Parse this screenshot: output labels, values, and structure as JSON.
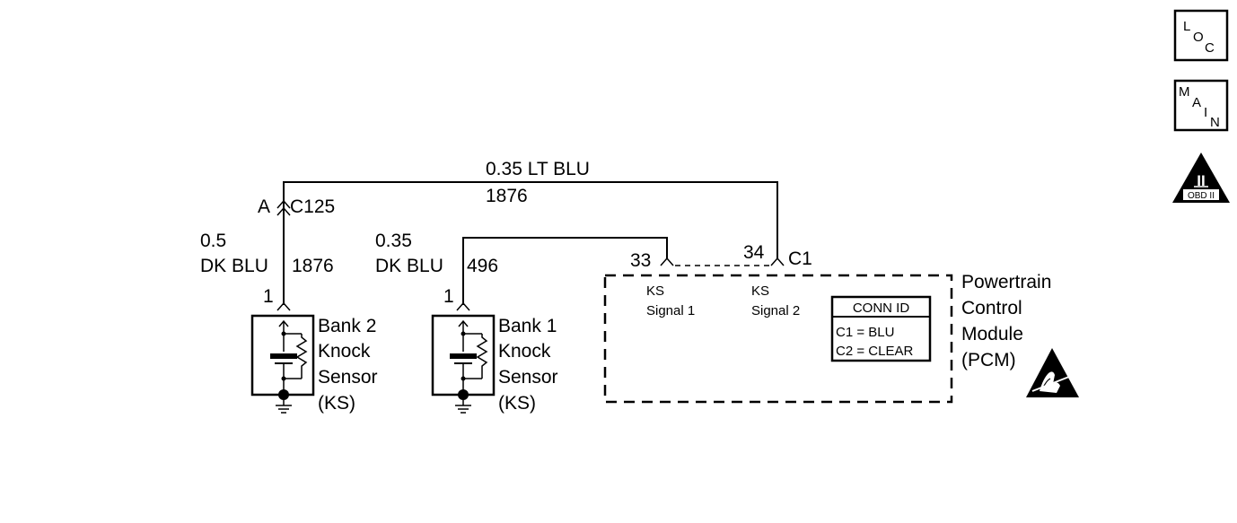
{
  "wires": {
    "top": {
      "gauge_color": "0.35 LT BLU",
      "circuit": "1876"
    },
    "bank2": {
      "gauge": "0.5",
      "color": "DK BLU",
      "circuit": "1876"
    },
    "bank1": {
      "gauge": "0.35",
      "color": "DK BLU",
      "circuit": "496"
    }
  },
  "connectors": {
    "c125": {
      "pin": "A",
      "name": "C125"
    },
    "c1": {
      "name": "C1",
      "pin_ks1": "33",
      "pin_ks2": "34"
    }
  },
  "sensors": {
    "bank2": {
      "pin": "1",
      "lines": [
        "Bank 2",
        "Knock",
        "Sensor",
        "(KS)"
      ]
    },
    "bank1": {
      "pin": "1",
      "lines": [
        "Bank 1",
        "Knock",
        "Sensor",
        "(KS)"
      ]
    }
  },
  "pcm": {
    "lines": [
      "Powertrain",
      "Control",
      "Module",
      "(PCM)"
    ],
    "signals": [
      {
        "line1": "KS",
        "line2": "Signal 1"
      },
      {
        "line1": "KS",
        "line2": "Signal 2"
      }
    ],
    "conn_id": {
      "title": "CONN ID",
      "rows": [
        "C1 = BLU",
        "C2 = CLEAR"
      ]
    }
  },
  "nav": {
    "loc": {
      "letters": [
        "L",
        "O",
        "C"
      ]
    },
    "main": {
      "letters": [
        "M",
        "A",
        "I",
        "N"
      ]
    },
    "obd": {
      "roman": "II",
      "label": "OBD II"
    }
  },
  "icons": {
    "esd": "esd-warning-icon",
    "ground": "ground-icon"
  }
}
